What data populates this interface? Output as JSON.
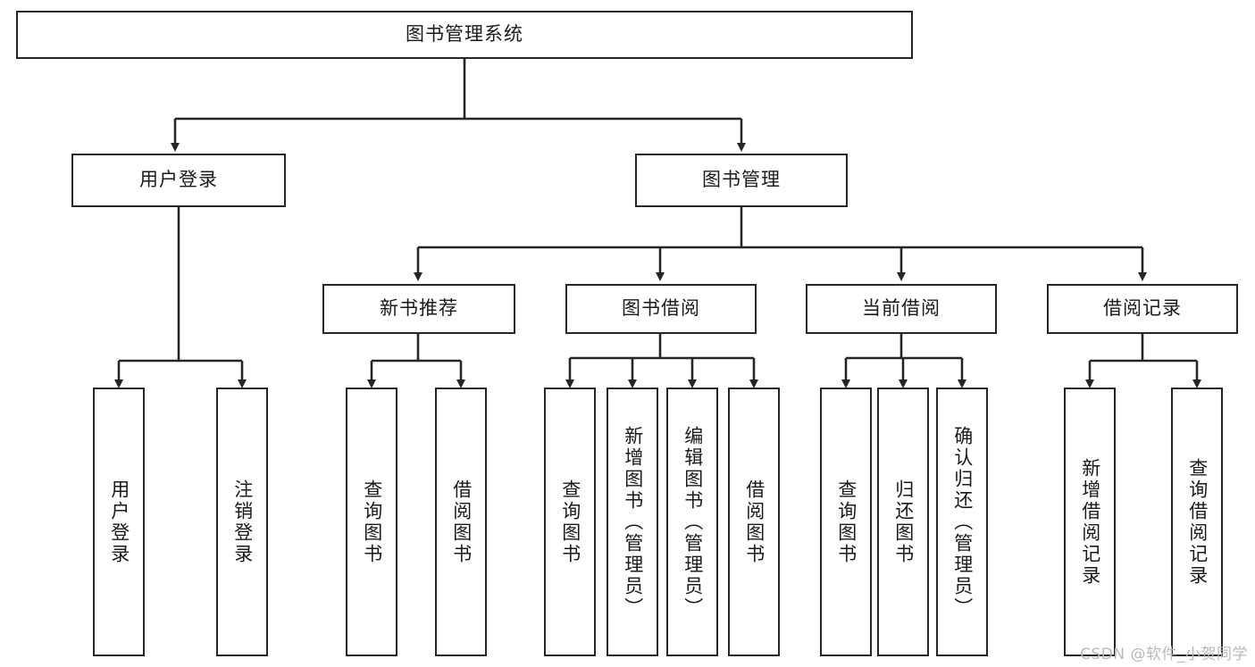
{
  "diagram": {
    "type": "tree",
    "title": "图书管理系统",
    "theme": {
      "background": "#ffffff",
      "node_border": "#262626",
      "node_fill": "#ffffff",
      "edge_color": "#262626",
      "text_color": "#1a1a1a",
      "watermark_color": "#b9b9b9"
    },
    "root": {
      "label": "图书管理系统"
    },
    "level2": [
      {
        "label": "用户登录"
      },
      {
        "label": "图书管理"
      }
    ],
    "level3": [
      {
        "label": "新书推荐"
      },
      {
        "label": "图书借阅"
      },
      {
        "label": "当前借阅"
      },
      {
        "label": "借阅记录"
      }
    ],
    "leaves": {
      "user_login": [
        {
          "label": "用户登录"
        },
        {
          "label": "注销登录"
        }
      ],
      "new_book_recommend": [
        {
          "label": "查询图书"
        },
        {
          "label": "借阅图书"
        }
      ],
      "book_borrow": [
        {
          "label": "查询图书"
        },
        {
          "label": "新增图书（管理员）"
        },
        {
          "label": "编辑图书（管理员）"
        },
        {
          "label": "借阅图书"
        }
      ],
      "current_borrow": [
        {
          "label": "查询图书"
        },
        {
          "label": "归还图书"
        },
        {
          "label": "确认归还（管理员）"
        }
      ],
      "borrow_record": [
        {
          "label": "新增借阅记录"
        },
        {
          "label": "查询借阅记录"
        }
      ]
    }
  },
  "watermark": {
    "text": "CSDN @软件_小贺同学"
  }
}
